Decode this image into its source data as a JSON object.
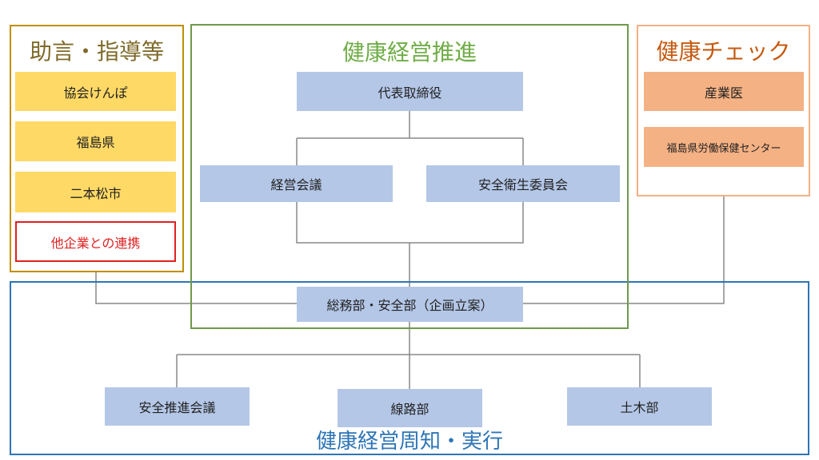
{
  "advice_group": {
    "title": "助言・指導等",
    "items": [
      "協会けんぽ",
      "福島県",
      "二本松市"
    ],
    "partner": "他企業との連携"
  },
  "promotion_group": {
    "title": "健康経営推進",
    "ceo": "代表取締役",
    "management_meeting": "経営会議",
    "safety_committee": "安全衛生委員会"
  },
  "health_check_group": {
    "title": "健康チェック",
    "items": [
      "産業医",
      "福島県労働保健センター"
    ]
  },
  "execution_group": {
    "title": "健康経営周知・実行",
    "planning": "総務部・安全部（企画立案）",
    "departments": [
      "安全推進会議",
      "線路部",
      "土木部"
    ]
  },
  "colors": {
    "advice": "#bf9000",
    "promotion": "#70ad47",
    "health_check": "#f4b183",
    "execution": "#2e75b6",
    "partner": "#e02020",
    "node": "#b4c7e7"
  }
}
